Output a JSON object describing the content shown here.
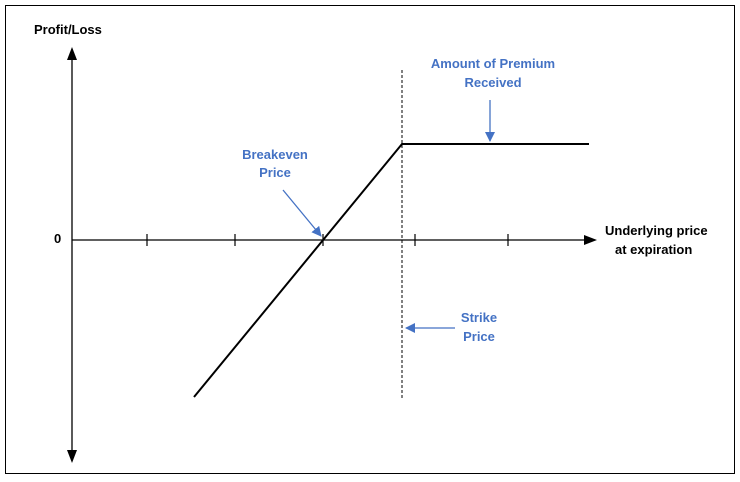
{
  "y_axis_label": "Profit/Loss",
  "x_axis_label_line1": "Underlying price",
  "x_axis_label_line2": "at expiration",
  "zero_label": "0",
  "annotations": {
    "premium_line1": "Amount of Premium",
    "premium_line2": "Received",
    "breakeven_line1": "Breakeven",
    "breakeven_line2": "Price",
    "strike_line1": "Strike",
    "strike_line2": "Price"
  },
  "colors": {
    "annotation": "#4472C4",
    "axis": "#000000"
  }
}
